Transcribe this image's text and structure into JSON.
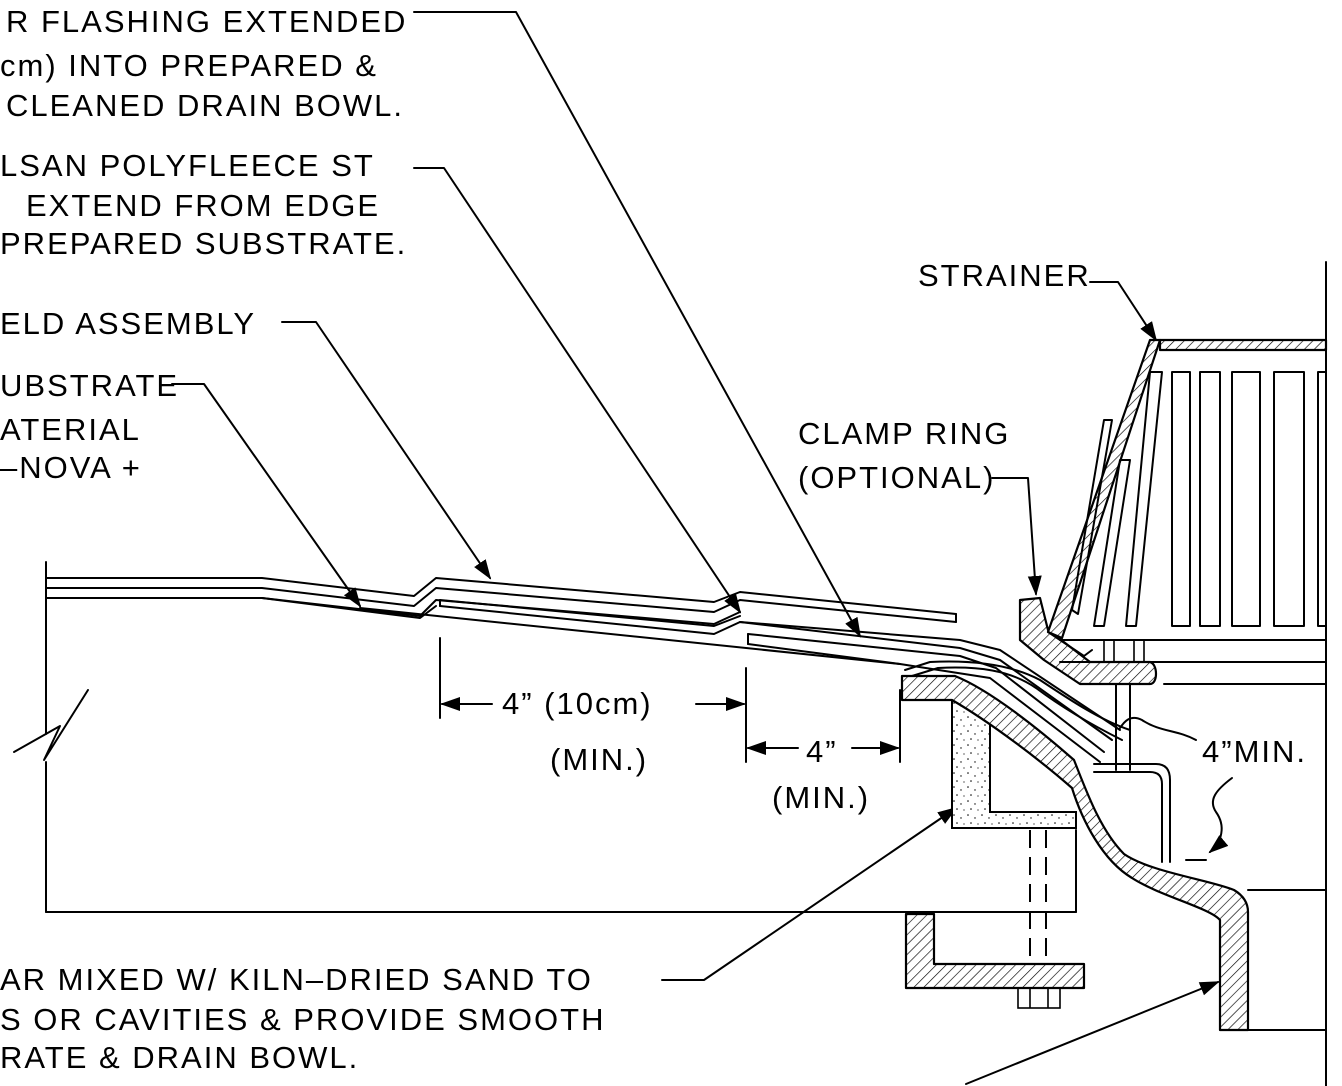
{
  "labels": {
    "flashing_1": "R FLASHING EXTENDED",
    "flashing_2": "cm) INTO PREPARED &",
    "flashing_3": "CLEANED DRAIN BOWL.",
    "polyfleece_1": "LSAN POLYFLEECE ST",
    "polyfleece_2": "EXTEND FROM EDGE",
    "polyfleece_3": "PREPARED SUBSTRATE.",
    "field_assembly": "ELD ASSEMBLY",
    "substrate_1": "UBSTRATE",
    "substrate_2": "ATERIAL",
    "substrate_3": "–NOVA +",
    "strainer": "STRAINER",
    "clamp_ring_1": "CLAMP RING",
    "clamp_ring_2": "(OPTIONAL)",
    "dim_10cm": "4” (10cm)",
    "dim_min_1": "(MIN.)",
    "dim_4in": "4”",
    "dim_min_2": "(MIN.)",
    "dim_4min": "4”MIN.",
    "mortar_1": "AR MIXED W/ KILN–DRIED SAND TO",
    "mortar_2": "S OR CAVITIES & PROVIDE SMOOTH",
    "mortar_3": "RATE & DRAIN BOWL."
  },
  "colors": {
    "ink": "#000000",
    "paper": "#ffffff"
  }
}
